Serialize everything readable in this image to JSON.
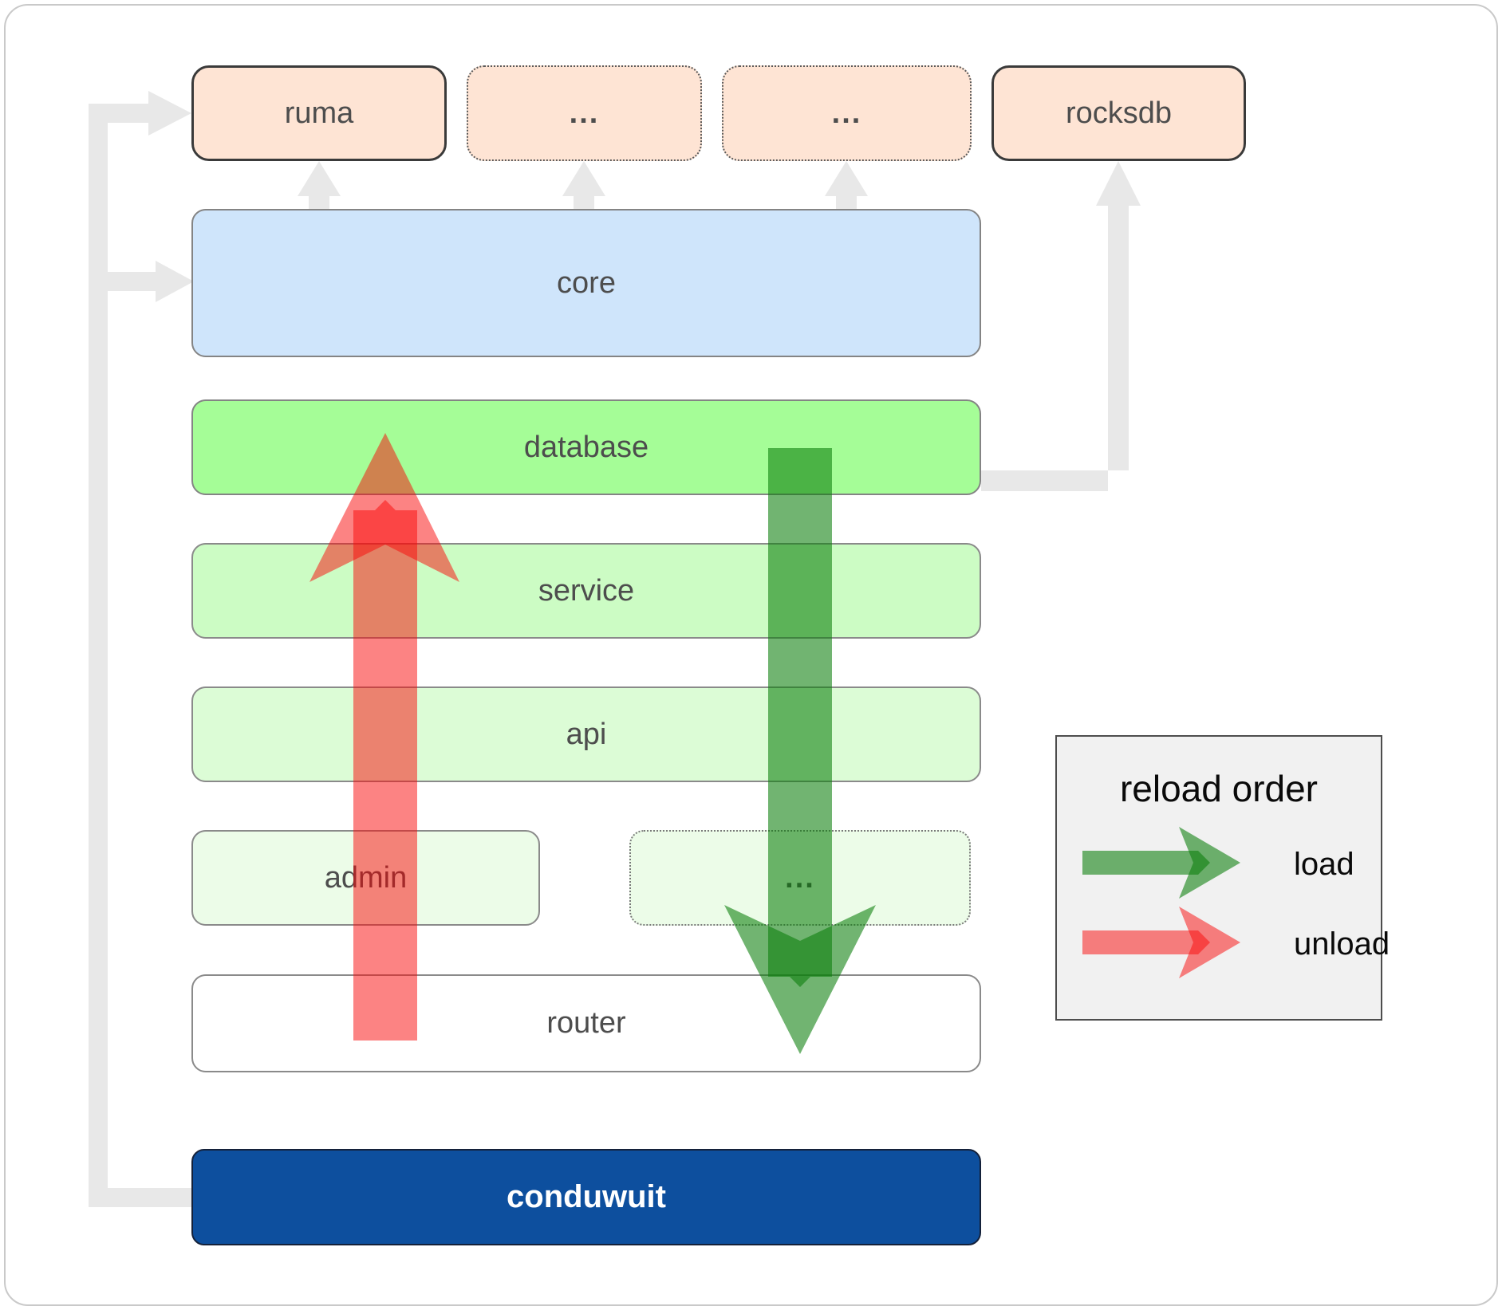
{
  "boxes": {
    "ruma": "ruma",
    "ellipsis_a": "...",
    "ellipsis_b": "...",
    "rocksdb": "rocksdb",
    "core": "core",
    "database": "database",
    "service": "service",
    "api": "api",
    "admin": "admin",
    "ellipsis_c": "...",
    "router": "router",
    "conduwuit": "conduwuit"
  },
  "legend": {
    "title": "reload order",
    "items": [
      {
        "label": "load",
        "color": "#0a7d0a"
      },
      {
        "label": "unload",
        "color": "#f90707"
      }
    ]
  },
  "colors": {
    "load_arrow_green": "rgba(10,125,10,0.58)",
    "unload_arrow_red": "rgba(249,7,7,0.5)",
    "connector_gray": "#e8e8e8",
    "peach_fill": "#fee4d4",
    "core_fill": "#cfe5fb",
    "database_fill": "#a5fd97",
    "service_fill": "#ccfcc4",
    "api_fill": "#dcfcd6",
    "admin_fill": "#ecfce8",
    "conduwuit_fill": "#0d4f9e",
    "legend_bg": "#f1f1f1"
  }
}
